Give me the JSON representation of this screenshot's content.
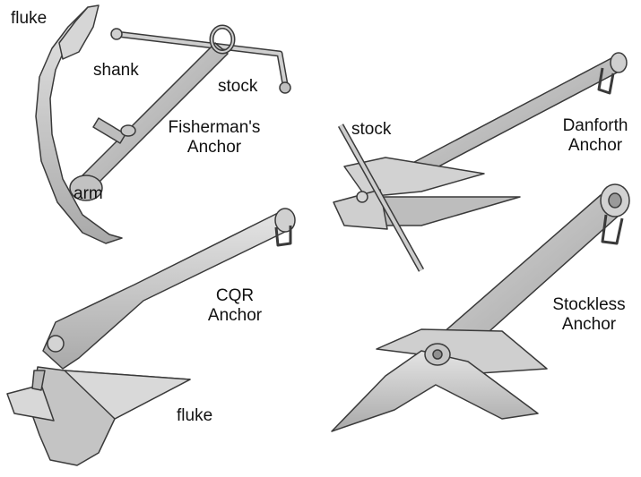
{
  "diagram": {
    "anchors": [
      {
        "key": "fisherman",
        "title_line1": "Fisherman's",
        "title_line2": "Anchor",
        "part_labels": {
          "fluke": "fluke",
          "shank": "shank",
          "stock": "stock",
          "arm": "arm"
        }
      },
      {
        "key": "danforth",
        "title_line1": "Danforth",
        "title_line2": "Anchor",
        "part_labels": {
          "stock": "stock"
        }
      },
      {
        "key": "cqr",
        "title_line1": "CQR",
        "title_line2": "Anchor",
        "part_labels": {
          "fluke": "fluke"
        }
      },
      {
        "key": "stockless",
        "title_line1": "Stockless",
        "title_line2": "Anchor"
      }
    ],
    "colors": {
      "metal": "#c9c9c9",
      "metal_dark": "#8f8f8f",
      "outline": "#3a3a3a",
      "text": "#111111"
    }
  }
}
